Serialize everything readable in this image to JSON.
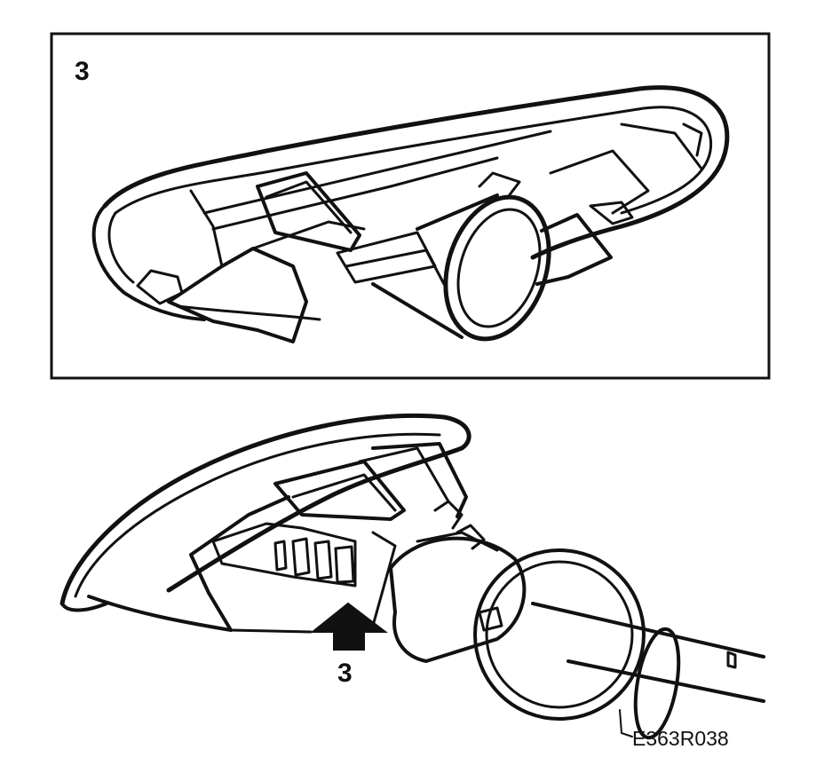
{
  "detail_callout": "3",
  "arrow_callout": "3",
  "figure_code": "E363R038",
  "colors": {
    "ink": "#111111",
    "paper": "#ffffff"
  }
}
